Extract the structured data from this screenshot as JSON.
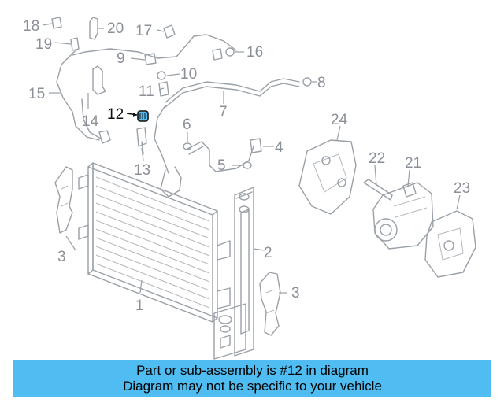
{
  "callouts": {
    "c1": "1",
    "c2": "2",
    "c3a": "3",
    "c3b": "3",
    "c4": "4",
    "c5": "5",
    "c6": "6",
    "c7": "7",
    "c8": "8",
    "c9": "9",
    "c10": "10",
    "c11": "11",
    "c12": "12",
    "c13": "13",
    "c14": "14",
    "c15": "15",
    "c16": "16",
    "c17": "17",
    "c18": "18",
    "c19": "19",
    "c20": "20",
    "c21": "21",
    "c22": "22",
    "c23": "23",
    "c24": "24"
  },
  "highlight_color": "#4fbdf2",
  "banner": {
    "line1": "Part or sub-assembly is #12 in diagram",
    "line2": "Diagram may not be specific to your vehicle"
  }
}
